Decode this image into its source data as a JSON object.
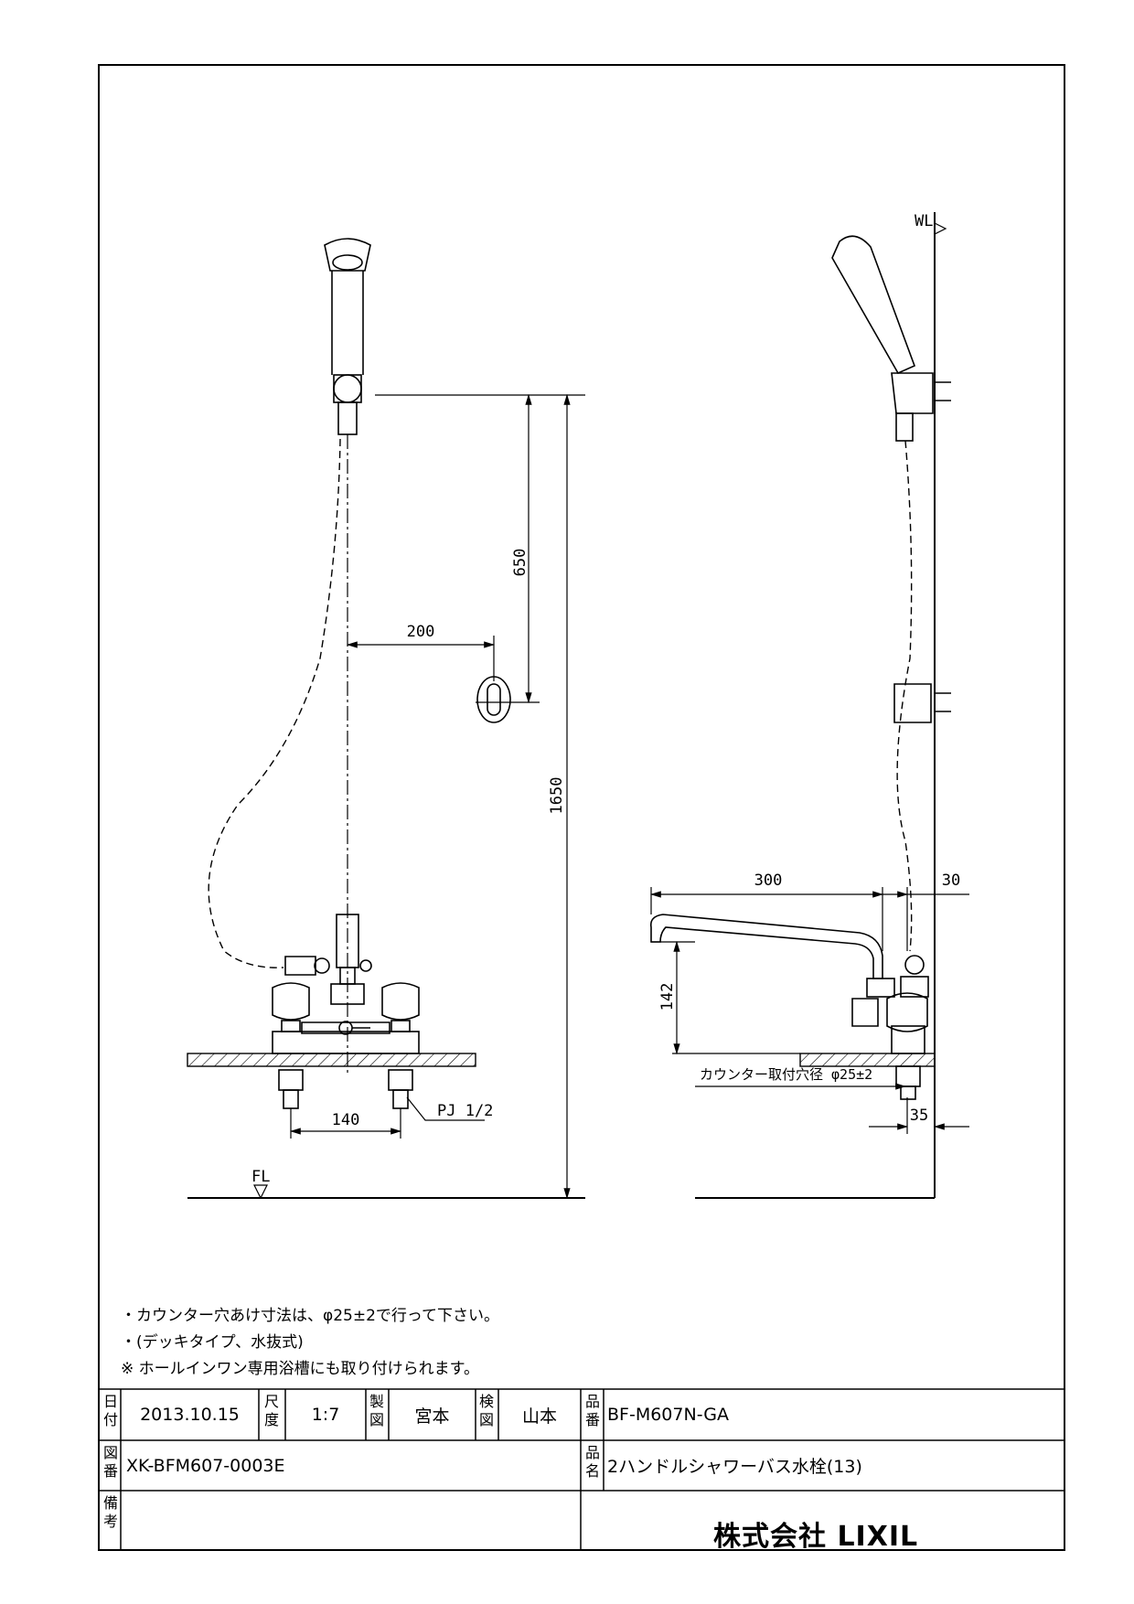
{
  "dimensions": {
    "d650": "650",
    "d200": "200",
    "d1650": "1650",
    "d140": "140",
    "pj": "PJ 1/2",
    "fl": "FL",
    "wl": "WL",
    "d300": "300",
    "d30": "30",
    "d142": "142",
    "d35": "35",
    "counter_hole": "カウンター取付穴径 φ25±2"
  },
  "notes": [
    "・カウンター穴あけ寸法は、φ25±2で行って下さい。",
    "・(デッキタイプ、水抜式)",
    "※ ホールインワン専用浴槽にも取り付けられます。"
  ],
  "title_block": {
    "date_label": "日付",
    "date": "2013.10.15",
    "scale_label": "尺度",
    "scale": "1:7",
    "drawn_label": "製図",
    "drawn": "宮本",
    "checked_label": "検図",
    "checked": "山本",
    "part_no_label": "品番",
    "part_no": "BF-M607N-GA",
    "drawing_no_label": "図番",
    "drawing_no": "XK-BFM607-0003E",
    "product_label": "品名",
    "product": "2ハンドルシャワーバス水栓(13)",
    "remarks_label": "備考",
    "company": "株式会社 LIXIL"
  }
}
